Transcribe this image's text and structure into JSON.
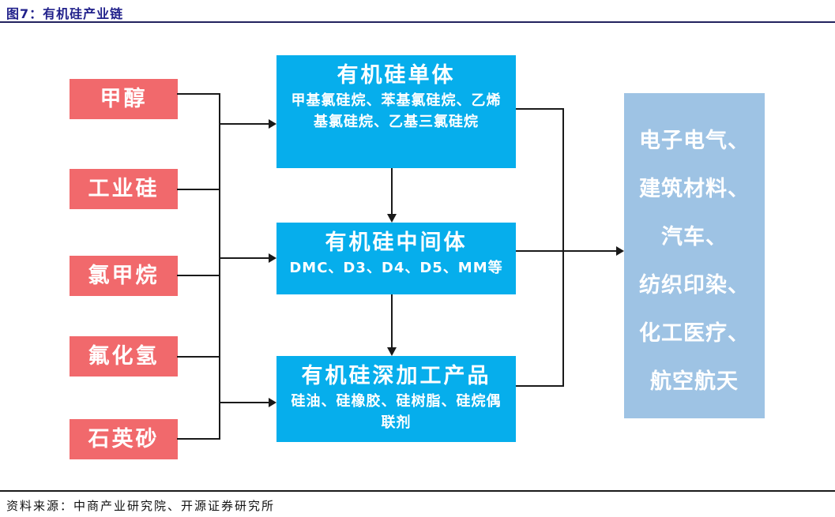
{
  "figure": {
    "title": "图7：有机硅产业链",
    "source": "资料来源：中商产业研究院、开源证券研究所"
  },
  "colors": {
    "title_navy": "#21218B",
    "input_box_red": "#F1696C",
    "stage_box_blue": "#06AEEC",
    "applications_box_blue": "#9EC3E4",
    "connector_black": "#1A1A1A"
  },
  "inputs": [
    {
      "label": "甲醇"
    },
    {
      "label": "工业硅"
    },
    {
      "label": "氯甲烷"
    },
    {
      "label": "氟化氢"
    },
    {
      "label": "石英砂"
    }
  ],
  "stages": [
    {
      "title": "有机硅单体",
      "detail": "甲基氯硅烷、苯基氯硅烷、乙烯基氯硅烷、乙基三氯硅烷"
    },
    {
      "title": "有机硅中间体",
      "detail": "DMC、D3、D4、D5、MM等"
    },
    {
      "title": "有机硅深加工产品",
      "detail": "硅油、硅橡胶、硅树脂、硅烷偶联剂"
    }
  ],
  "applications": {
    "lines": [
      "电子电气、",
      "建筑材料、",
      "汽车、",
      "纺织印染、",
      "化工医疗、",
      "航空航天"
    ]
  }
}
